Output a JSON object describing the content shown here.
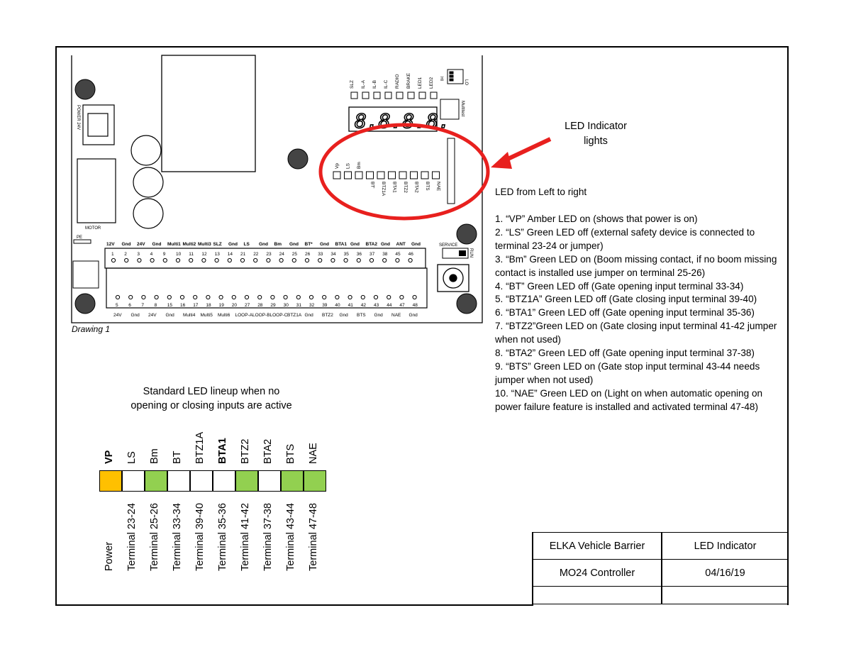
{
  "board": {
    "drawing_label": "Drawing 1",
    "power_label": "POWER 24V",
    "motor_label": "MOTOR",
    "pe_label": "PE",
    "service_label": "SERVICE",
    "run_label": "RUN",
    "multitest_label": "Multitest",
    "dip_labels": [
      "HI",
      "LO"
    ],
    "status_leds": [
      "SLZ",
      "IL-A",
      "IL-B",
      "IL-C",
      "RADIO",
      "BRAKE",
      "LED1",
      "LED2"
    ],
    "indicator_top": [
      "Vp",
      "LS",
      "Bm"
    ],
    "indicator_bottom": [
      "BT'",
      "BTZ1A",
      "BTA1",
      "BTZ2",
      "BTA2",
      "BTS",
      "NAE"
    ],
    "top_terminal_names": [
      "12V",
      "Gnd",
      "24V",
      "Gnd",
      "Multi1",
      "Multi2",
      "Multi3",
      "SLZ",
      "Gnd",
      "LS",
      "Gnd",
      "Bm",
      "Gnd",
      "BT*",
      "Gnd",
      "BTA1",
      "Gnd",
      "BTA2",
      "Gnd",
      "ANT",
      "Gnd"
    ],
    "top_terminal_numbers": [
      "1",
      "2",
      "3",
      "4",
      "9",
      "10",
      "11",
      "12",
      "13",
      "14",
      "21",
      "22",
      "23",
      "24",
      "25",
      "26",
      "33",
      "34",
      "35",
      "36",
      "37",
      "38",
      "45",
      "46"
    ],
    "bottom_terminal_numbers": [
      "5",
      "6",
      "7",
      "8",
      "15",
      "16",
      "17",
      "18",
      "19",
      "20",
      "27",
      "28",
      "29",
      "30",
      "31",
      "32",
      "39",
      "40",
      "41",
      "42",
      "43",
      "44",
      "47",
      "48"
    ],
    "bottom_terminal_names": [
      "24V",
      "Gnd",
      "24V",
      "Gnd",
      "Multi4",
      "Multi5",
      "Multi6",
      "LOOP-A",
      "LOOP-B",
      "LOOP-C",
      "BTZ1A",
      "Gnd",
      "BTZ2",
      "Gnd",
      "BTS",
      "Gnd",
      "NAE",
      "Gnd"
    ]
  },
  "callout": {
    "line1": "LED Indicator",
    "line2": "lights",
    "color": "#e8201e"
  },
  "description": {
    "title": "LED from Left to right",
    "items": [
      "1. “VP” Amber LED on (shows that power is on)",
      "2. “LS” Green LED off (external safety device is connected to terminal 23-24 or jumper)",
      "3. “Bm” Green LED on (Boom missing contact, if no boom missing contact is installed use jumper on terminal 25-26)",
      "4. “BT” Green LED off (Gate opening input terminal 33-34)",
      "5. “BTZ1A” Green LED off (Gate closing input terminal 39-40)",
      "6. “BTA1” Green LED off (Gate opening input terminal 35-36)",
      "7. “BTZ2”Green LED on (Gate closing input terminal 41-42 jumper when not used)",
      "8. “BTA2” Green LED off (Gate opening input terminal 37-38)",
      "9. “BTS” Green LED on (Gate stop input terminal 43-44 needs jumper when not used)",
      "10. “NAE” Green LED on (Light on when automatic opening on power failure feature is installed and activated terminal 47-48)"
    ]
  },
  "lineup": {
    "title_line1": "Standard LED lineup when no",
    "title_line2": "opening or closing inputs are active",
    "leds": [
      {
        "name": "VP",
        "terminal": "Power",
        "state": "on",
        "color": "#ffc000",
        "bold": true
      },
      {
        "name": "LS",
        "terminal": "Terminal 23-24",
        "state": "off",
        "color": "#ffffff",
        "bold": false
      },
      {
        "name": "Bm",
        "terminal": "Terminal 25-26",
        "state": "on",
        "color": "#92d050",
        "bold": false
      },
      {
        "name": "BT",
        "terminal": "Terminal 33-34",
        "state": "off",
        "color": "#ffffff",
        "bold": false
      },
      {
        "name": "BTZ1A",
        "terminal": "Terminal 39-40",
        "state": "off",
        "color": "#ffffff",
        "bold": false
      },
      {
        "name": "BTA1",
        "terminal": "Terminal 35-36",
        "state": "off",
        "color": "#ffffff",
        "bold": true
      },
      {
        "name": "BTZ2",
        "terminal": "Terminal 41-42",
        "state": "on",
        "color": "#92d050",
        "bold": false
      },
      {
        "name": "BTA2",
        "terminal": "Terminal 37-38",
        "state": "off",
        "color": "#ffffff",
        "bold": false
      },
      {
        "name": "BTS",
        "terminal": "Terminal 43-44",
        "state": "on",
        "color": "#92d050",
        "bold": false
      },
      {
        "name": "NAE",
        "terminal": "Terminal 47-48",
        "state": "on",
        "color": "#92d050",
        "bold": false
      }
    ]
  },
  "title_block": {
    "product": "ELKA Vehicle Barrier",
    "drawing_title": "LED Indicator",
    "controller": "MO24 Controller",
    "date": "04/16/19"
  }
}
